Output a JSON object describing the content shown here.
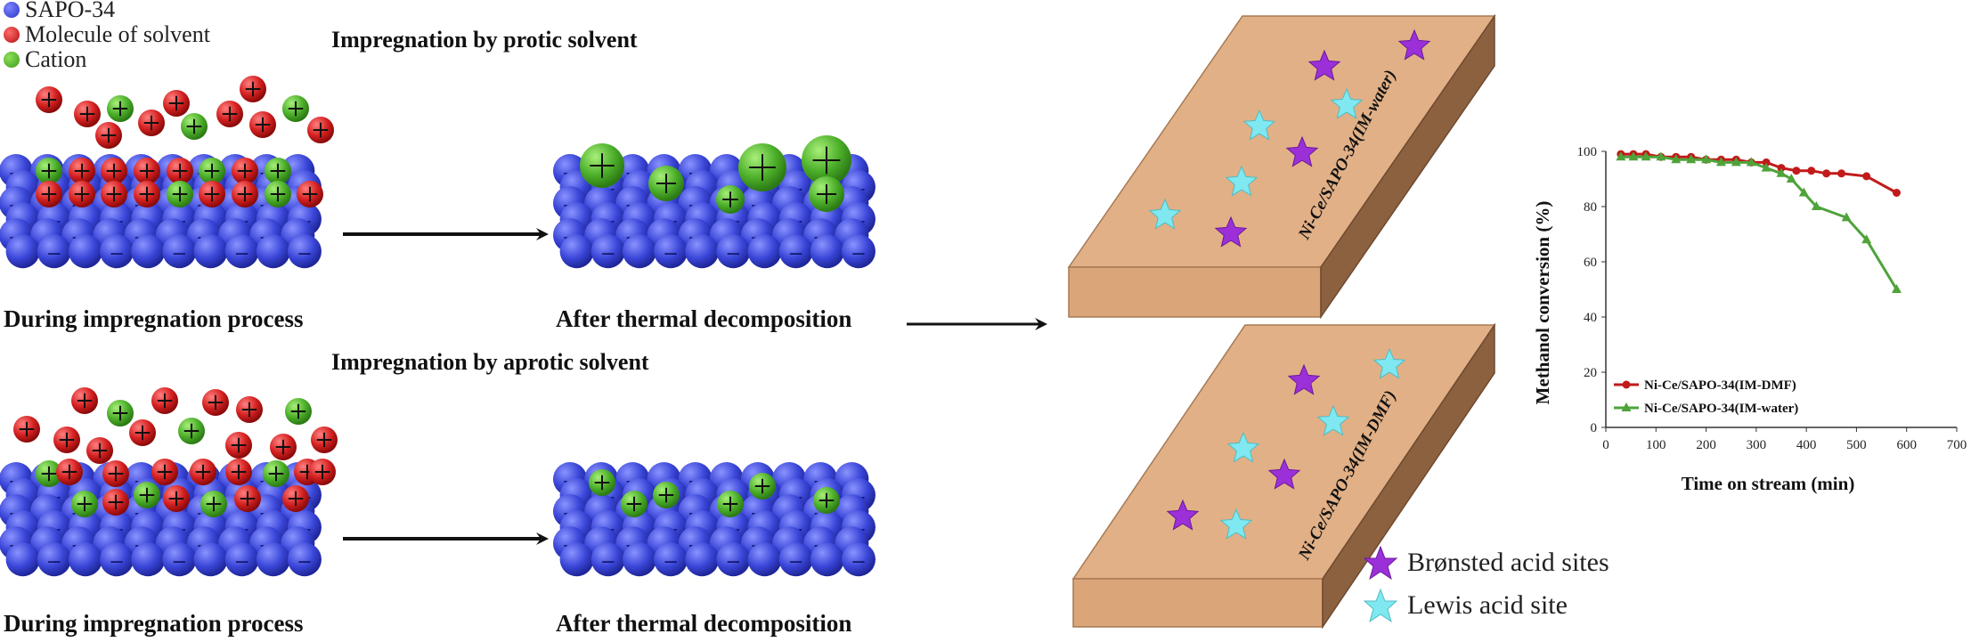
{
  "legend": {
    "sapo": {
      "label": "SAPO-34",
      "color": "#3a46d8"
    },
    "solvent": {
      "label": "Molecule of solvent",
      "color": "#d42020"
    },
    "cation": {
      "label": "Cation",
      "color": "#4caf2a"
    }
  },
  "titles": {
    "protic": "Impregnation by protic solvent",
    "aprotic": "Impregnation by aprotic solvent"
  },
  "captions": {
    "during_top": "During impregnation process",
    "after_top": "After thermal decomposition",
    "during_bottom": "During impregnation process",
    "after_bottom": "After thermal decomposition"
  },
  "slabs": {
    "top_label": "Ni-Ce/SAPO-34(IM-water)",
    "bottom_label": "Ni-Ce/SAPO-34(IM-DMF)"
  },
  "site_legend": {
    "bronsted": {
      "label": "Brønsted acid sites",
      "color": "#9b30d9"
    },
    "lewis": {
      "label": "Lewis acid site",
      "color": "#7fe8f0"
    }
  },
  "chart_data": {
    "type": "line",
    "xlabel": "Time on stream (min)",
    "ylabel": "Methanol conversion (%)",
    "xlim": [
      0,
      700
    ],
    "ylim": [
      0,
      100
    ],
    "xticks": [
      0,
      100,
      200,
      300,
      400,
      500,
      600,
      700
    ],
    "yticks": [
      0,
      20,
      40,
      60,
      80,
      100
    ],
    "legend_position": "bottom-left",
    "series": [
      {
        "name": "Ni-Ce/SAPO-34(IM-DMF)",
        "color": "#c21a1a",
        "marker": "circle",
        "x": [
          30,
          55,
          80,
          110,
          140,
          170,
          200,
          230,
          260,
          290,
          320,
          350,
          380,
          410,
          440,
          470,
          520,
          580
        ],
        "y": [
          99,
          99,
          99,
          98,
          98,
          98,
          97,
          97,
          97,
          96,
          96,
          94,
          93,
          93,
          92,
          92,
          91,
          85
        ]
      },
      {
        "name": "Ni-Ce/SAPO-34(IM-water)",
        "color": "#4fa33a",
        "marker": "triangle",
        "x": [
          30,
          55,
          80,
          110,
          140,
          170,
          200,
          230,
          260,
          290,
          320,
          350,
          370,
          395,
          420,
          480,
          520,
          580
        ],
        "y": [
          98,
          98,
          98,
          98,
          97,
          97,
          97,
          96,
          96,
          96,
          94,
          92,
          90,
          85,
          80,
          76,
          68,
          50
        ]
      }
    ]
  }
}
